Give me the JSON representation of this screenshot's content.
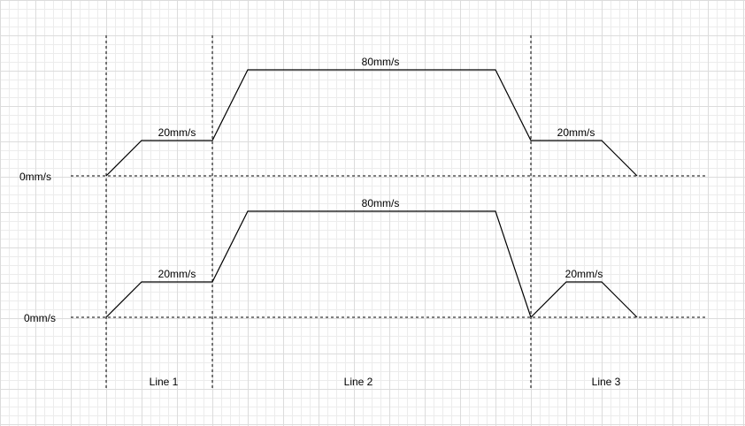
{
  "baselines": [
    {
      "label": "0mm/s"
    },
    {
      "label": "0mm/s"
    }
  ],
  "profiles": [
    {
      "segments": [
        {
          "speed_label": "20mm/s"
        },
        {
          "speed_label": "80mm/s"
        },
        {
          "speed_label": "20mm/s"
        }
      ]
    },
    {
      "segments": [
        {
          "speed_label": "20mm/s"
        },
        {
          "speed_label": "80mm/s"
        },
        {
          "speed_label": "20mm/s"
        }
      ]
    }
  ],
  "lines": [
    {
      "label": "Line 1"
    },
    {
      "label": "Line 2"
    },
    {
      "label": "Line 3"
    }
  ]
}
